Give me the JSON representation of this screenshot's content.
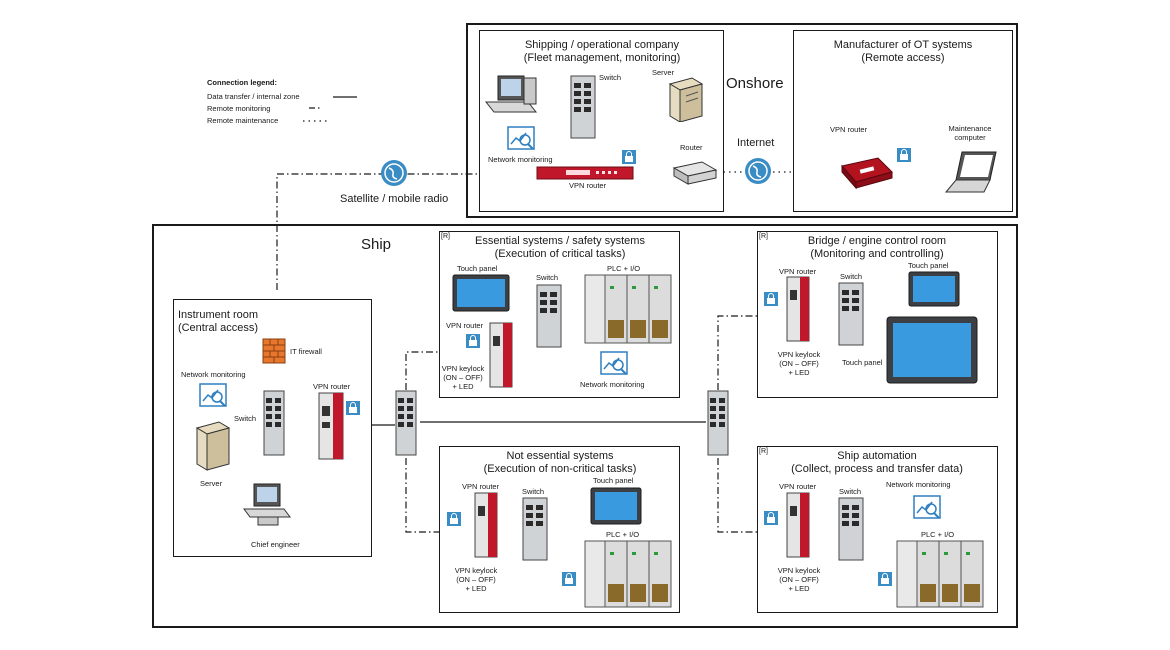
{
  "legend": {
    "title": "Connection legend:",
    "rows": [
      {
        "label": "Data transfer / internal zone",
        "style": "solid"
      },
      {
        "label": "Remote monitoring",
        "style": "dashdot"
      },
      {
        "label": "Remote maintenance",
        "style": "dotted"
      }
    ]
  },
  "onshore": {
    "label": "Onshore",
    "shipping": {
      "title": "Shipping / operational company\n(Fleet management, monitoring)",
      "switch": "Switch",
      "server": "Server",
      "network_monitoring": "Network monitoring",
      "router": "Router",
      "vpn_router": "VPN router"
    },
    "manufacturer": {
      "title": "Manufacturer of OT systems\n(Remote access)",
      "vpn_router": "VPN router",
      "computer": "Maintenance\ncomputer"
    }
  },
  "internet": "Internet",
  "satellite": "Satellite / mobile radio",
  "ship": {
    "label": "Ship",
    "instrument": {
      "title": "Instrument room\n(Central access)",
      "firewall": "IT firewall",
      "network_monitoring": "Network monitoring",
      "vpn_router": "VPN router",
      "switch": "Switch",
      "server": "Server",
      "chief": "Chief engineer"
    },
    "essential": {
      "mark": "[R]",
      "title": "Essential systems / safety systems\n(Execution of critical tasks)",
      "touch_panel": "Touch panel",
      "switch": "Switch",
      "plc": "PLC + I/O",
      "vpn_router": "VPN router",
      "keylock": "VPN keylock\n(ON – OFF)\n+ LED",
      "network_monitoring": "Network monitoring"
    },
    "bridge": {
      "mark": "[R]",
      "title": "Bridge / engine control room\n(Monitoring and controlling)",
      "vpn_router": "VPN router",
      "switch": "Switch",
      "touch_panel_1": "Touch panel",
      "touch_panel_2": "Touch panel",
      "keylock": "VPN keylock\n(ON – OFF)\n+ LED"
    },
    "nonessential": {
      "title": "Not essential systems\n(Execution of non-critical tasks)",
      "vpn_router": "VPN router",
      "switch": "Switch",
      "touch_panel": "Touch panel",
      "plc": "PLC + I/O",
      "keylock": "VPN keylock\n(ON – OFF)\n+ LED"
    },
    "automation": {
      "mark": "[R]",
      "title": "Ship automation\n(Collect, process and transfer data)",
      "vpn_router": "VPN router",
      "switch": "Switch",
      "network_monitoring": "Network monitoring",
      "plc": "PLC + I/O",
      "keylock": "VPN keylock\n(ON – OFF)\n+ LED"
    }
  },
  "colors": {
    "line": "#1a1a1a",
    "router_red": "#c0182a",
    "switch_gray": "#c9cdd1",
    "monitor_blue": "#2f7fc0",
    "globe_blue": "#3a8cc5",
    "firewall_orange": "#e8772e"
  }
}
